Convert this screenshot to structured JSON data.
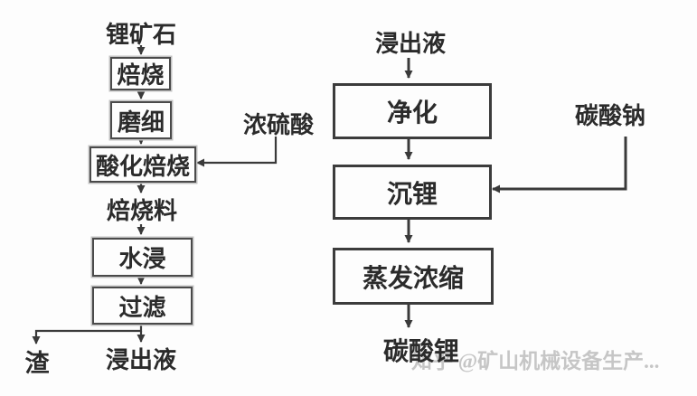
{
  "diagram": {
    "title_semantic": "lithium-ore-to-lithium-carbonate-process-flowchart",
    "left_flow": {
      "ore": "锂矿石",
      "roast": "焙烧",
      "grind": "磨细",
      "acid_roast": "酸化焙烧",
      "sulfuric_acid": "浓硫酸",
      "roasted_material": "焙烧料",
      "water_leach": "水浸",
      "filter": "过滤",
      "slag": "渣",
      "leachate": "浸出液"
    },
    "right_flow": {
      "leachate_in": "浸出液",
      "purify": "净化",
      "sodium_carbonate": "碳酸钠",
      "precipitate_lithium": "沉锂",
      "evaporate_concentrate": "蒸发浓缩",
      "lithium_carbonate": "碳酸锂"
    },
    "watermark": "知乎 @矿山机械设备生产...",
    "colors": {
      "line": "#3a3a3a",
      "text": "#2b2b2b",
      "box_border_small": "#4a4a4a",
      "box_border_large": "#3c3c3c",
      "background": "#fdfdfd",
      "watermark": "#c6c6c6"
    }
  }
}
